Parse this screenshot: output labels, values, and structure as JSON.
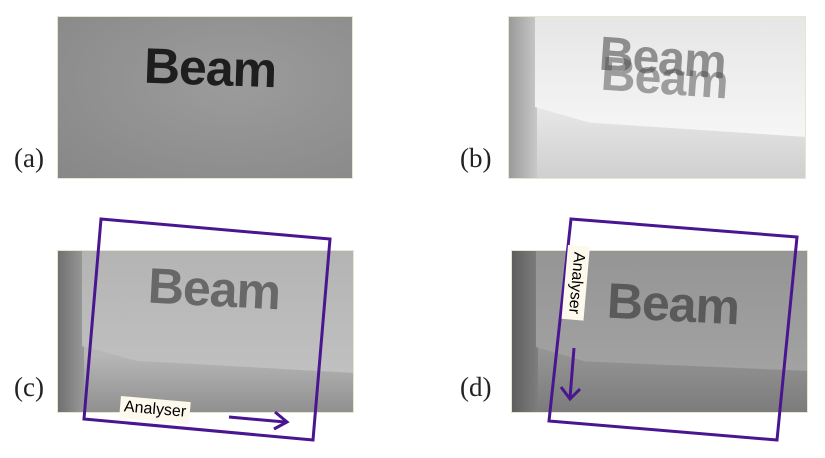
{
  "figure": {
    "panels": [
      {
        "id": "a",
        "label": "(a)",
        "text": "Beam",
        "description": "Printed text viewed directly"
      },
      {
        "id": "b",
        "label": "(b)",
        "text": "Beam",
        "description": "Text viewed through birefringent crystal, doubled image"
      },
      {
        "id": "c",
        "label": "(c)",
        "text": "Beam",
        "analyser_label": "Analyser",
        "analyser_direction": "horizontal"
      },
      {
        "id": "d",
        "label": "(d)",
        "text": "Beam",
        "analyser_label": "Analyser",
        "analyser_direction": "vertical"
      }
    ],
    "colors": {
      "analyser_frame": "#4a1590",
      "tag_background": "#fdf9ec",
      "panel_a_bg": "#8f8f8f",
      "panel_b_bg": "#dadada",
      "panel_c_bg": "#a6a6a6",
      "panel_d_bg": "#8c8c8c"
    }
  }
}
